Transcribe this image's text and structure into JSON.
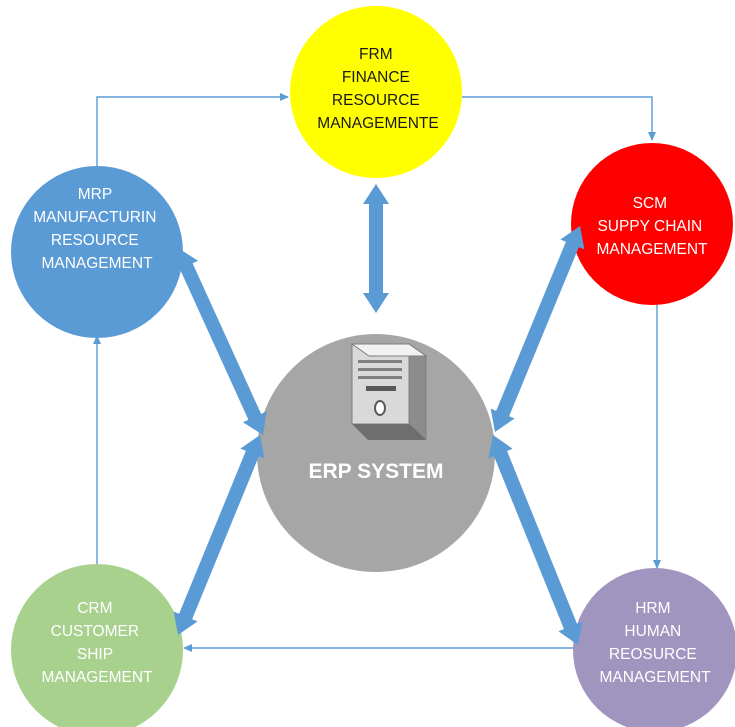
{
  "nodes": {
    "frm": {
      "lines": [
        "FRM",
        "FINANCE",
        "RESOURCE",
        "MANAGEMENTE"
      ],
      "color": "#ffff00"
    },
    "scm": {
      "lines": [
        "SCM",
        "SUPPY CHAIN",
        "MANAGEMENT"
      ],
      "color": "#ff0000"
    },
    "mrp": {
      "lines": [
        "MRP",
        "MANUFACTURIN",
        "RESOURCE",
        "MANAGEMENT"
      ],
      "color": "#5b9bd5"
    },
    "crm": {
      "lines": [
        "CRM",
        "CUSTOMER",
        "SHIP",
        "MANAGEMENT"
      ],
      "color": "#a9d18e"
    },
    "hrm": {
      "lines": [
        "HRM",
        "HUMAN",
        "REOSURCE",
        "MANAGEMENT"
      ],
      "color": "#a095bf"
    }
  },
  "center": {
    "label": "ERP SYSTEM",
    "color": "#a6a6a6",
    "icon": "server-tower-icon"
  },
  "colors": {
    "arrow": "#5b9bd5",
    "connector": "#5b9bd5"
  }
}
